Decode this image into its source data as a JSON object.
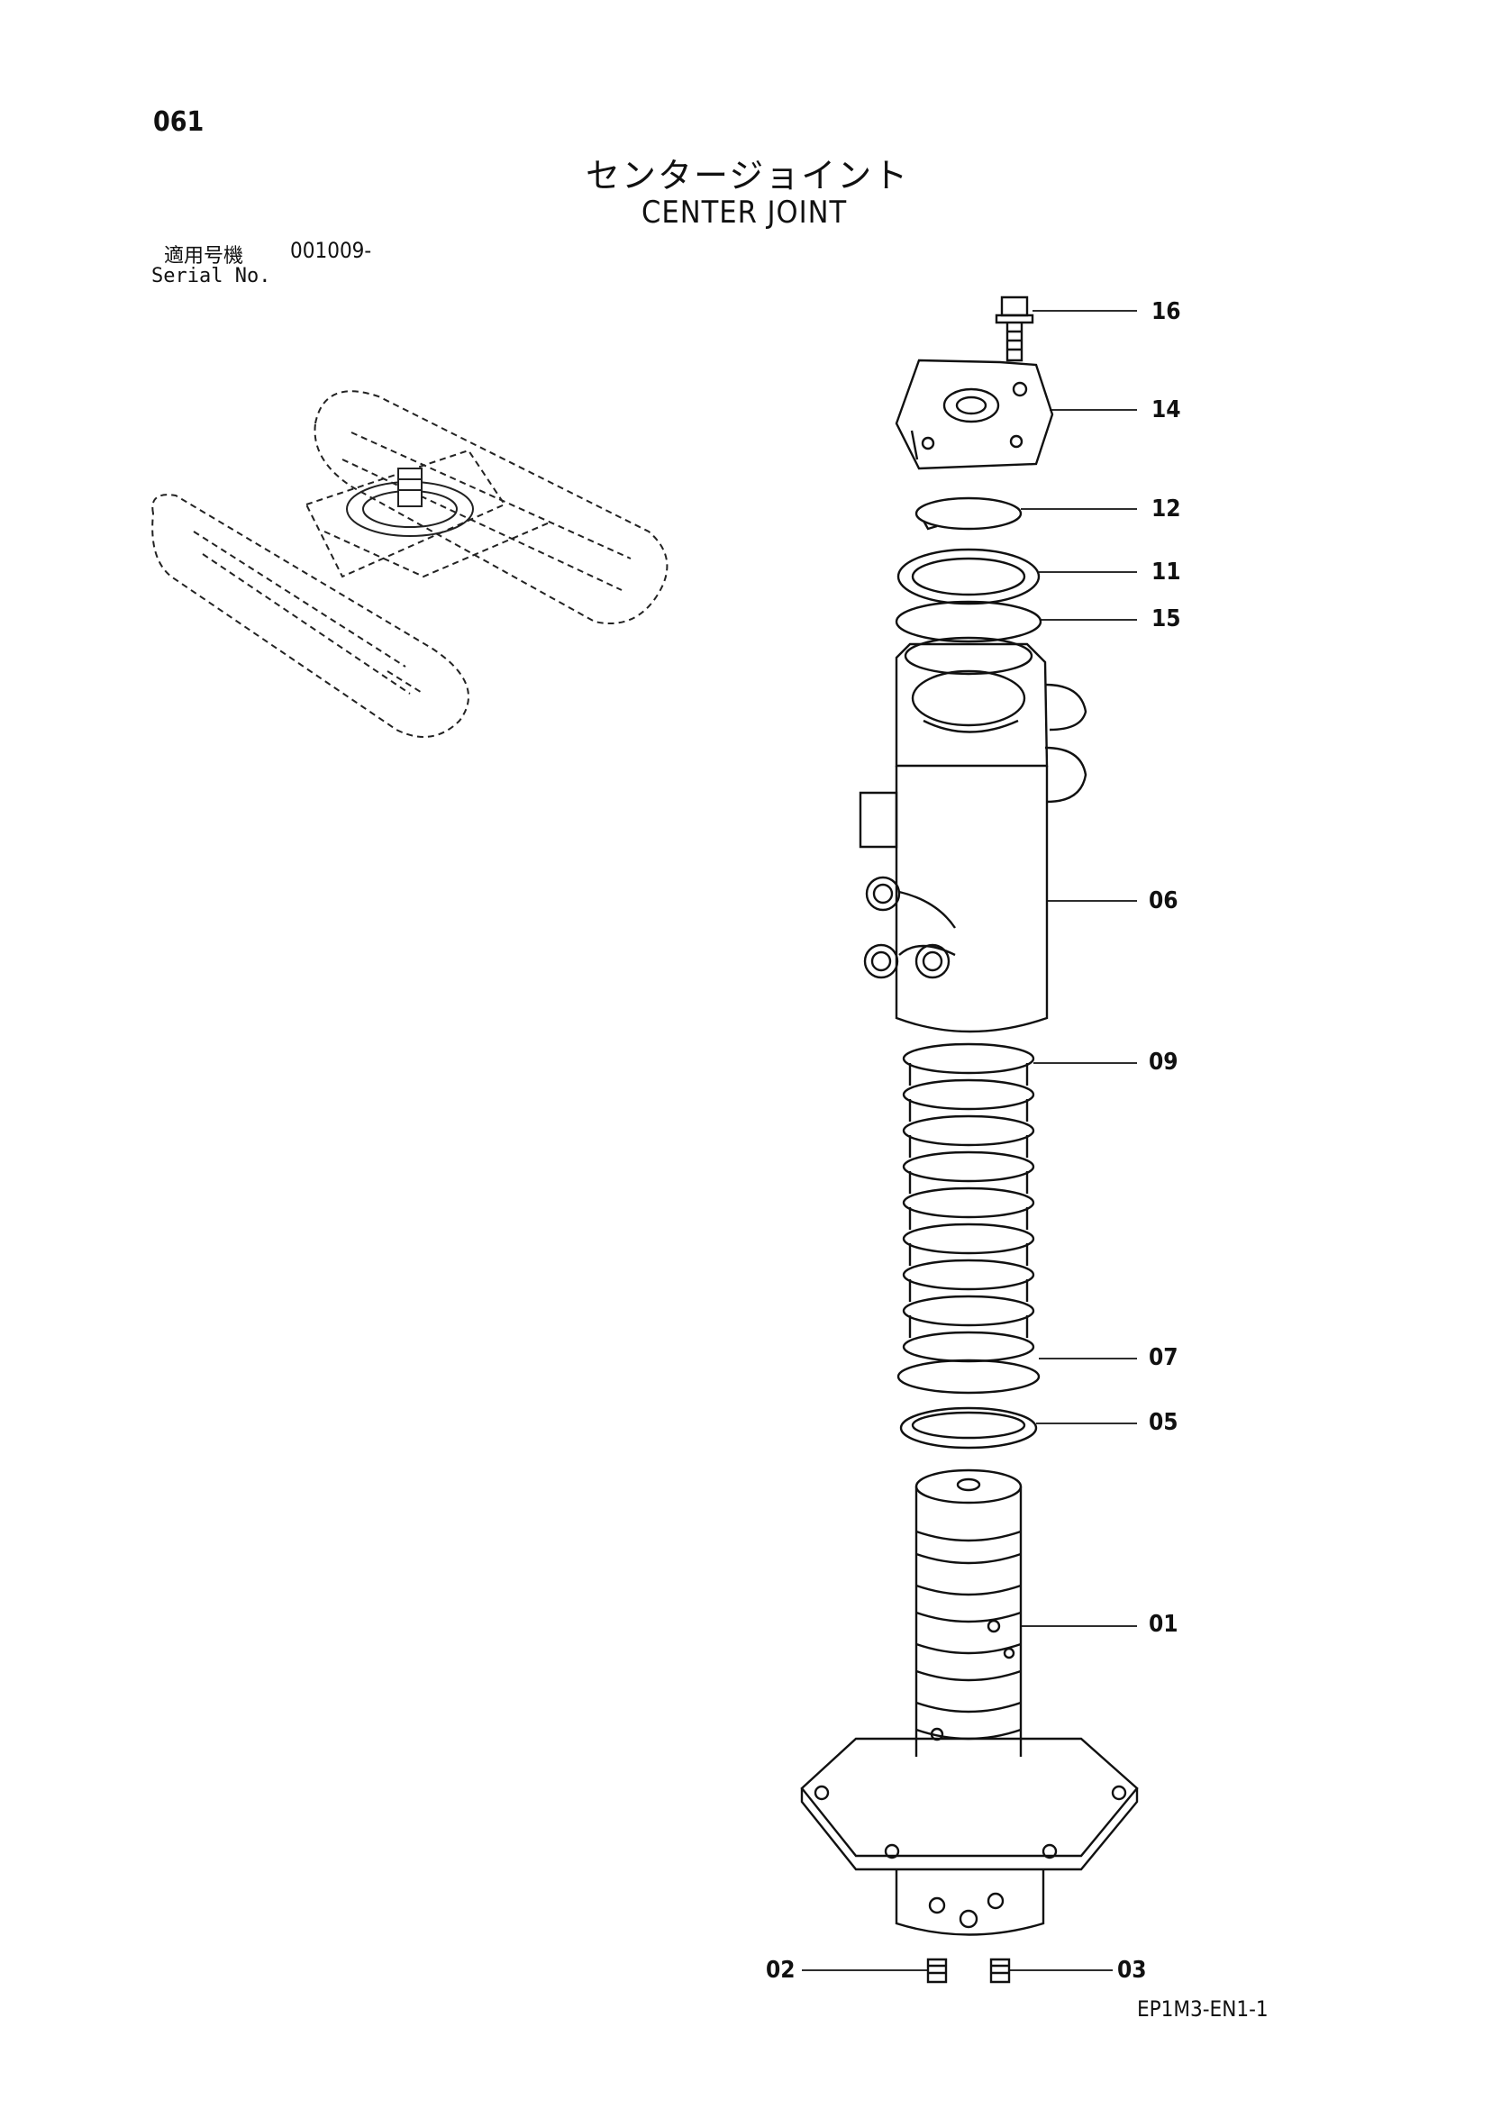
{
  "header": {
    "page_number": "061",
    "title_jp": "センタージョイント",
    "title_en": "CENTER JOINT",
    "serial_label_jp": "適用号機",
    "serial_range": "001009-",
    "serial_label_en": "Serial No."
  },
  "callouts": [
    "16",
    "14",
    "12",
    "11",
    "15",
    "06",
    "09",
    "07",
    "05",
    "01",
    "02",
    "03"
  ],
  "footer": {
    "doc_code": "EP1M3-EN1-1"
  }
}
